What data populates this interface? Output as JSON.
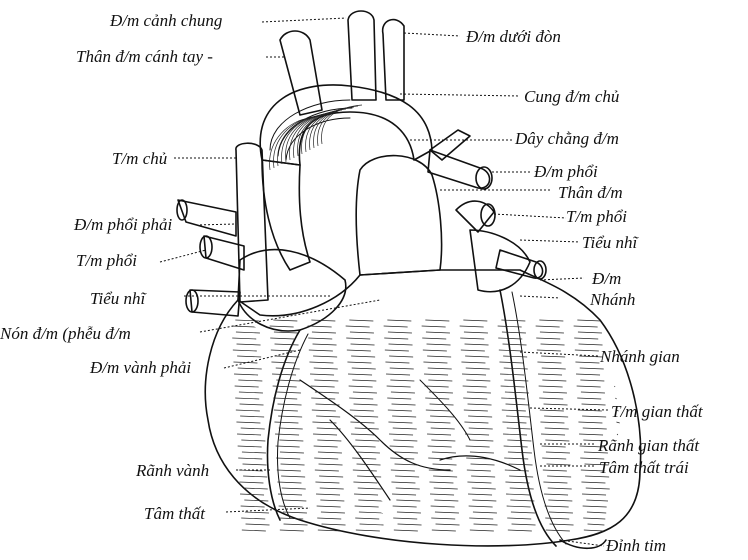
{
  "diagram": {
    "labels": {
      "dm_canh_chung": "Đ/m cảnh chung",
      "dm_duoi_don": "Đ/m dưới đòn",
      "than_dm_canh_tay": "Thân đ/m cánh tay -",
      "cung_dm_chu": "Cung đ/m chủ",
      "day_chang_dm": "Dây chằng đ/m",
      "tm_chu": "T/m chủ",
      "dm_phoi_right": "Đ/m phổi",
      "than_dm_phoi": "Thân đ/m",
      "tm_phoi_right": "T/m phổi",
      "dm_phoi_phai": "Đ/m phổi phải",
      "tieu_nhi_right": "Tiểu nhĩ",
      "tm_phoi_left": "T/m phổi",
      "dm_small": "Đ/m",
      "tieu_nhi_left": "Tiểu nhĩ",
      "nhanh": "Nhánh",
      "non_dm": "Nón đ/m (phễu đ/m",
      "dm_vanh_phai": "Đ/m vành phải",
      "nhanh_gian": "Nhánh gian",
      "tm_gian_that": "T/m gian thất",
      "ranh_gian_that": "Rãnh gian thất",
      "ranh_vanh": "Rãnh vành",
      "tam_that_trai": "Tâm thất trái",
      "tam_that": "Tâm thất",
      "dinh_tim": "Đỉnh tim"
    },
    "colors": {
      "ink": "#111111",
      "background": "#ffffff"
    }
  }
}
